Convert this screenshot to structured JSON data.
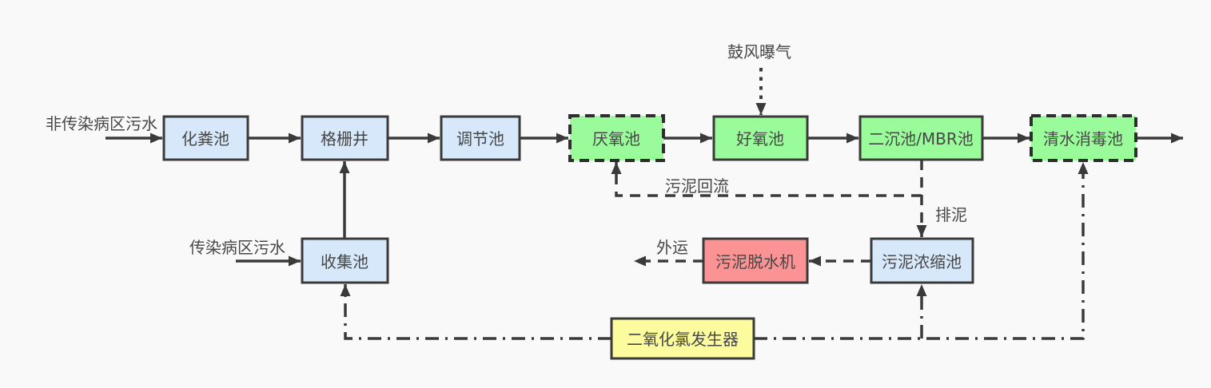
{
  "diagram": {
    "kind": "hospital-wastewater-treatment-process-flowchart",
    "colors": {
      "background": "#f9f9f9",
      "stroke": "#3a3a3a",
      "blue_fill": "#d6e8fa",
      "green_fill": "#99fb99",
      "red_fill": "#fb9394",
      "yellow_fill": "#fcfc9e",
      "text": "#474747"
    },
    "nodes": {
      "septic_tank": {
        "label": "化粪池",
        "fill": "#d6e8fa"
      },
      "grating_well": {
        "label": "格栅井",
        "fill": "#d6e8fa"
      },
      "regulating_tank": {
        "label": "调节池",
        "fill": "#d6e8fa"
      },
      "anaerobic_tank": {
        "label": "厌氧池",
        "fill": "#99fb99"
      },
      "aerobic_tank": {
        "label": "好氧池",
        "fill": "#99fb99"
      },
      "secondary_mbr_tank": {
        "label": "二沉池/MBR池",
        "fill": "#99fb99"
      },
      "clean_water_disinfection_tank": {
        "label": "清水消毒池",
        "fill": "#99fb99"
      },
      "collection_tank": {
        "label": "收集池",
        "fill": "#d6e8fa"
      },
      "sludge_thickening_tank": {
        "label": "污泥浓缩池",
        "fill": "#d6e8fa"
      },
      "sludge_dewatering_machine": {
        "label": "污泥脱水机",
        "fill": "#fb9394"
      },
      "chlorine_dioxide_generator": {
        "label": "二氧化氯发生器",
        "fill": "#fcfc9e"
      }
    },
    "labels": {
      "non_infectious_inflow": "非传染病区污水",
      "infectious_inflow": "传染病区污水",
      "blower_aeration": "鼓风曝气",
      "sludge_return": "污泥回流",
      "sludge_discharge": "排泥",
      "outbound": "外运"
    }
  }
}
